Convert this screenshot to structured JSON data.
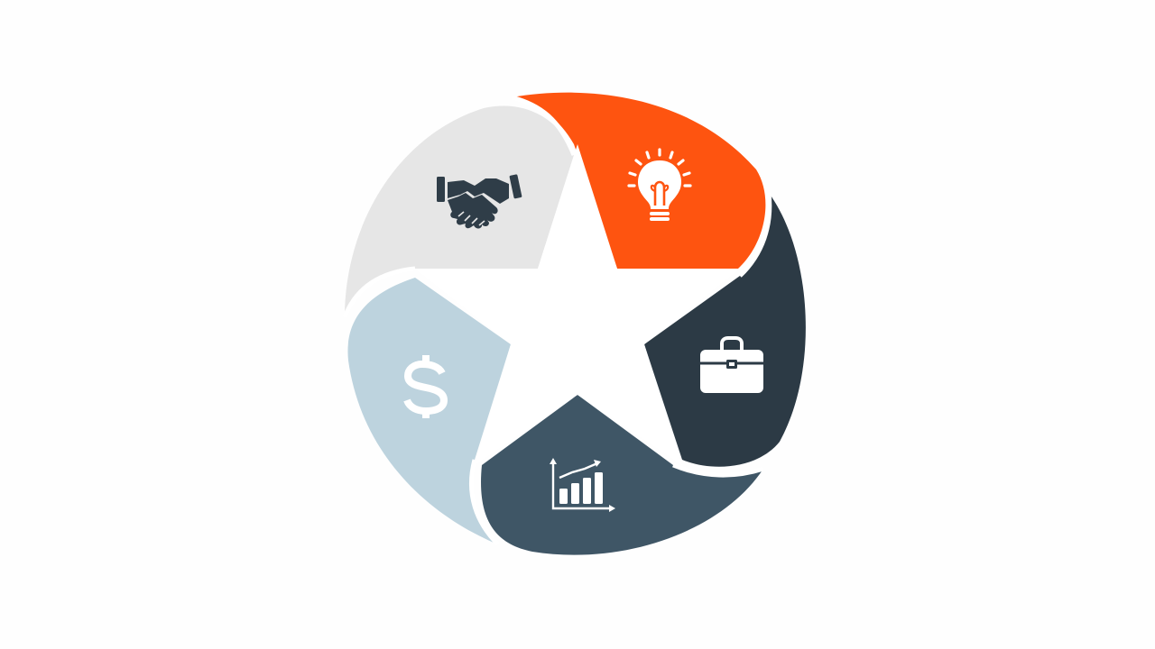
{
  "diagram": {
    "type": "five-segment star cycle",
    "segments": [
      {
        "id": "idea",
        "icon": "lightbulb-icon",
        "color": "#fe5410",
        "icon_color": "#ffffff"
      },
      {
        "id": "business",
        "icon": "briefcase-icon",
        "color": "#2c3a45",
        "icon_color": "#ffffff"
      },
      {
        "id": "growth",
        "icon": "bar-chart-growth-icon",
        "color": "#3f5666",
        "icon_color": "#ffffff"
      },
      {
        "id": "finance",
        "icon": "dollar-icon",
        "color": "#bdd3de",
        "icon_color": "#ffffff"
      },
      {
        "id": "partnership",
        "icon": "handshake-icon",
        "color": "#e6e6e6",
        "icon_color": "#2f3d48"
      }
    ],
    "center_color": "#ffffff",
    "background": "#fefefe"
  }
}
